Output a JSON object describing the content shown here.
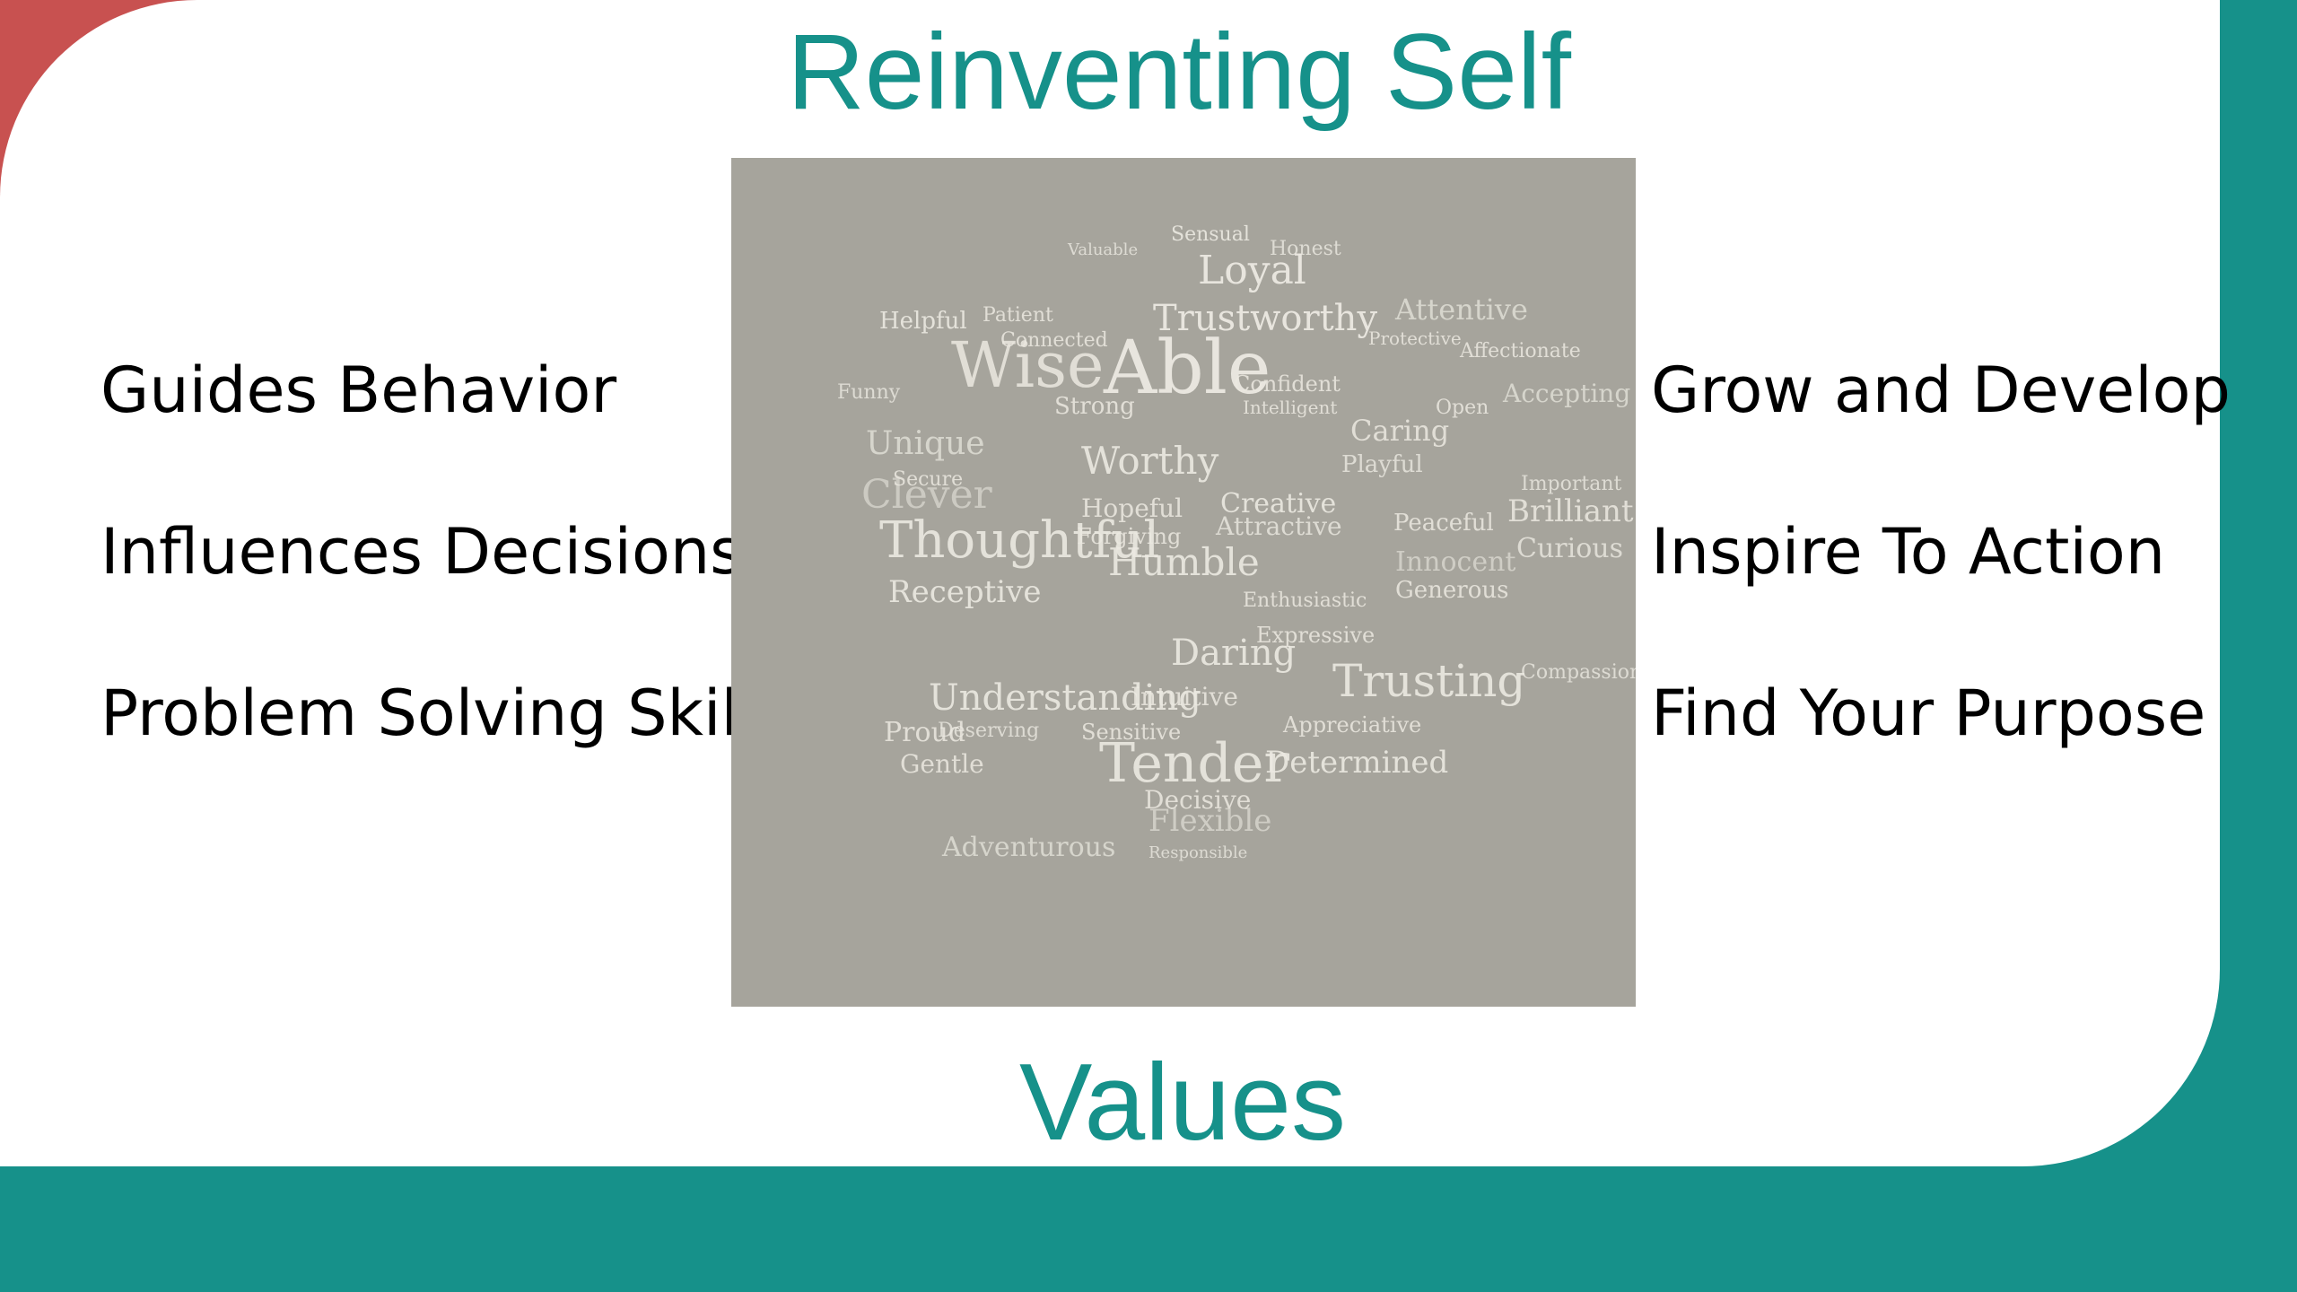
{
  "title": "Reinventing Self",
  "subtitle": "Values",
  "left_points": [
    "Guides Behavior",
    "Influences Decisions",
    "Problem Solving Skill"
  ],
  "right_points": [
    "Grow and Develop",
    "Inspire To Action",
    "Find Your Purpose"
  ],
  "word_cloud": {
    "words": [
      "Sensual",
      "Loyal",
      "Honest",
      "Valuable",
      "Helpful",
      "Patient",
      "Trustworthy",
      "Attentive",
      "Wise",
      "Connected",
      "Able",
      "Confident",
      "Protective",
      "Affectionate",
      "Funny",
      "Strong",
      "Intelligent",
      "Caring",
      "Open",
      "Accepting",
      "Unique",
      "Worthy",
      "Playful",
      "Secure",
      "Clever",
      "Brilliant",
      "Important",
      "Thoughtful",
      "Creative",
      "Attractive",
      "Peaceful",
      "Curious",
      "Forgiving",
      "Hopeful",
      "Humble",
      "Receptive",
      "Innocent",
      "Generous",
      "Enthusiastic",
      "Daring",
      "Expressive",
      "Compassionate",
      "Trusting",
      "Understanding",
      "Intuitive",
      "Proud",
      "Deserving",
      "Appreciative",
      "Sensitive",
      "Tender",
      "Determined",
      "Gentle",
      "Decisive",
      "Adventurous",
      "Flexible",
      "Responsible"
    ]
  },
  "colors": {
    "accent": "#16918a",
    "corner": "#c85150",
    "cloud_background": "#a6a49c",
    "cloud_text": "#ebe9e1"
  }
}
